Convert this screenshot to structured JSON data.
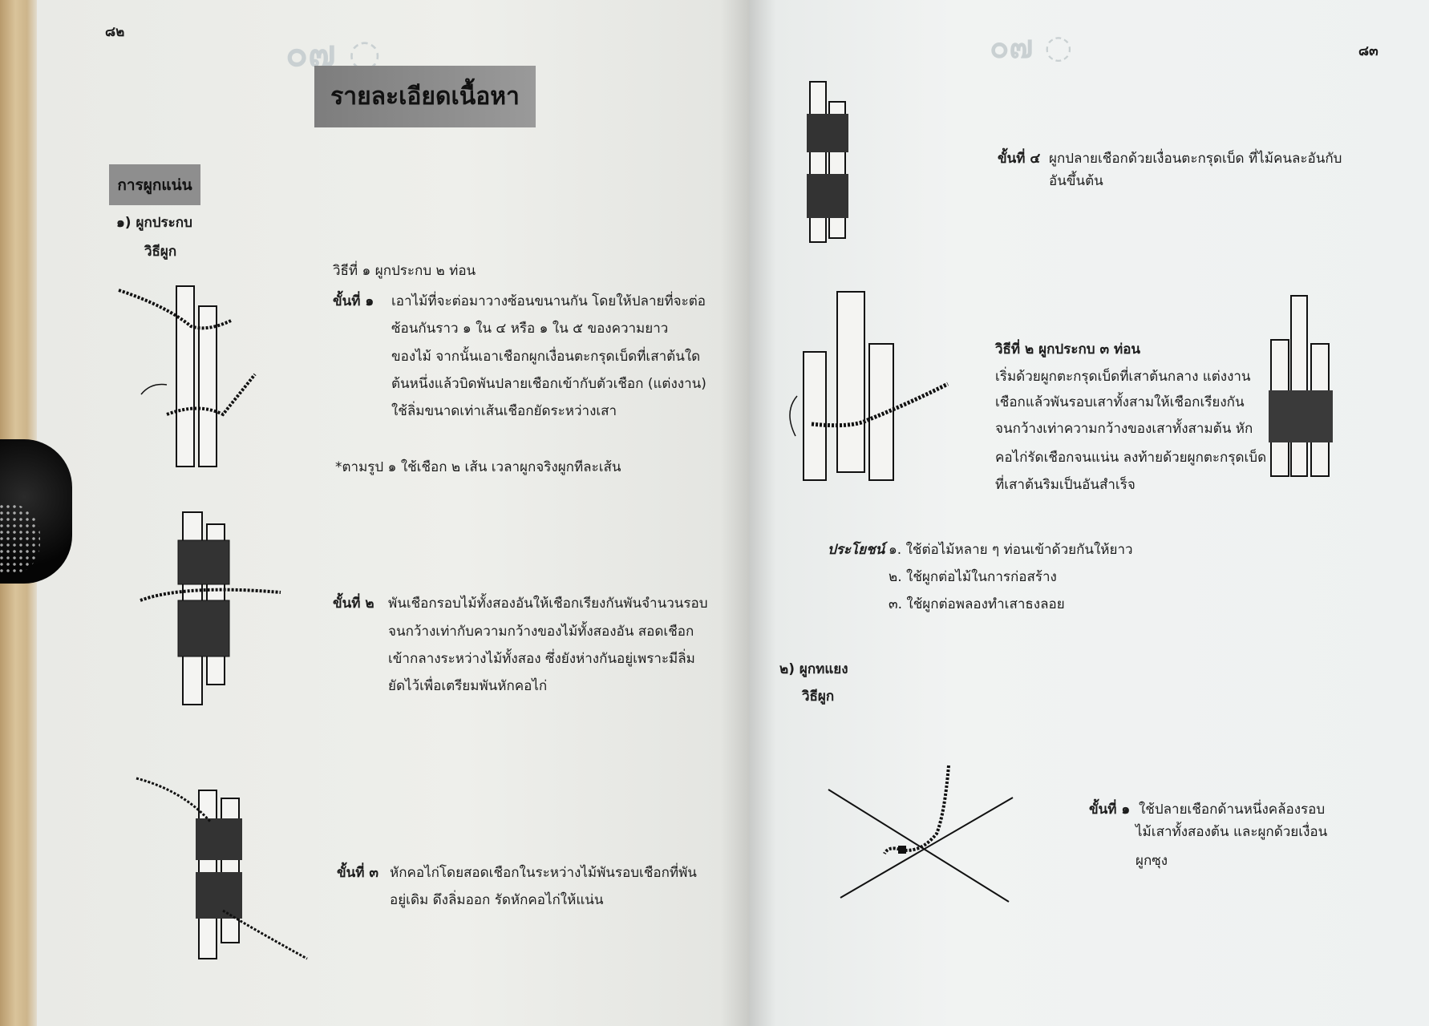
{
  "left_page": {
    "page_number": "๘๒",
    "title": "รายละเอียดเนื้อหา",
    "section_heading": "การผูกแน่น",
    "item_1": {
      "label": "๑) ผูกประกบ",
      "method_label": "วิธีผูก"
    },
    "method_1": {
      "heading": "วิธีที่ ๑ ผูกประกบ ๒ ท่อน",
      "step_1_label": "ขั้นที่ ๑",
      "step_1_lines": [
        "เอาไม้ที่จะต่อมาวางซ้อนขนานกัน โดยให้ปลายที่จะต่อ",
        "ซ้อนกันราว ๑ ใน ๔ หรือ ๑ ใน ๕ ของความยาว",
        "ของไม้  จากนั้นเอาเชือกผูกเงื่อนตะกรุดเบ็ดที่เสาต้นใด",
        "ต้นหนึ่งแล้วบิดพันปลายเชือกเข้ากับตัวเชือก  (แต่งงาน)",
        "ใช้ลิ่มขนาดเท่าเส้นเชือกยัดระหว่างเสา"
      ],
      "note": "*ตามรูป ๑  ใช้เชือก ๒ เส้น  เวลาผูกจริงผูกทีละเส้น",
      "step_2_label": "ขั้นที่ ๒",
      "step_2_lines": [
        "พันเชือกรอบไม้ทั้งสองอันให้เชือกเรียงกันพันจำนวนรอบ",
        "จนกว้างเท่ากับความกว้างของไม้ทั้งสองอัน  สอดเชือก",
        "เข้ากลางระหว่างไม้ทั้งสอง  ซึ่งยังห่างกันอยู่เพราะมีลิ่ม",
        "ยัดไว้เพื่อเตรียมพันหักคอไก่"
      ],
      "step_3_label": "ขั้นที่ ๓",
      "step_3_lines": [
        "หักคอไก่โดยสอดเชือกในระหว่างไม้พันรอบเชือกที่พัน",
        "อยู่เดิม  ดึงลิ่มออก  รัดหักคอไก่ให้แน่น"
      ]
    }
  },
  "right_page": {
    "page_number": "๘๓",
    "step_4_label": "ขั้นที่ ๔",
    "step_4_lines": [
      "ผูกปลายเชือกด้วยเงื่อนตะกรุดเบ็ด  ที่ไม้คนละอันกับ",
      "อันขึ้นต้น"
    ],
    "method_2": {
      "heading": "วิธีที่ ๒ ผูกประกบ ๓ ท่อน",
      "lines": [
        "เริ่มด้วยผูกตะกรุดเบ็ดที่เสาต้นกลาง แต่งงาน",
        "เชือกแล้วพันรอบเสาทั้งสามให้เชือกเรียงกัน",
        "จนกว้างเท่าความกว้างของเสาทั้งสามต้น หัก",
        "คอไก่รัดเชือกจนแน่น ลงท้ายด้วยผูกตะกรุดเบ็ด",
        "ที่เสาต้นริมเป็นอันสำเร็จ"
      ]
    },
    "benefits": {
      "label": "ประโยชน์",
      "items": [
        "๑.  ใช้ต่อไม้หลาย ๆ ท่อนเข้าด้วยกันให้ยาว",
        "๒.  ใช้ผูกต่อไม้ในการก่อสร้าง",
        "๓.  ใช้ผูกต่อพลองทำเสาธงลอย"
      ]
    },
    "item_2": {
      "label": "๒) ผูกทแยง",
      "method_label": "วิธีผูก"
    },
    "diag_step_1_label": "ขั้นที่ ๑",
    "diag_step_1_lines": [
      "ใช้ปลายเชือกด้านหนึ่งคล้องรอบ",
      "ไม้เสาทั้งสองต้น และผูกด้วยเงื่อน",
      "ผูกซุง"
    ]
  },
  "colors": {
    "title_box": "#8a8a8a",
    "page": "#eeefeb"
  }
}
